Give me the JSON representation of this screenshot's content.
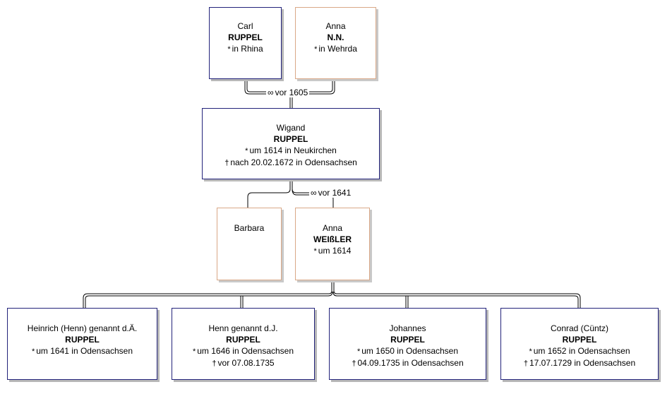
{
  "symbols": {
    "birth": "*",
    "death": "†",
    "marriage": "∞"
  },
  "persons": {
    "carl": {
      "given": "Carl",
      "surname": "RUPPEL",
      "birth": "in Rhina",
      "death": ""
    },
    "anna_nn": {
      "given": "Anna",
      "surname": "N.N.",
      "birth": "in Wehrda",
      "death": ""
    },
    "wigand": {
      "given": "Wigand",
      "surname": "RUPPEL",
      "birth": "um 1614 in Neukirchen",
      "death": "nach 20.02.1672 in Odensachsen"
    },
    "barbara": {
      "given": "Barbara",
      "surname": "",
      "birth": "",
      "death": ""
    },
    "anna_weissler": {
      "given": "Anna",
      "surname": "WEIßLER",
      "birth": "um 1614",
      "death": ""
    },
    "heinrich": {
      "given": "Heinrich (Henn) genannt d.Ä.",
      "surname": "RUPPEL",
      "birth": "um 1641 in Odensachsen",
      "death": ""
    },
    "henn": {
      "given": "Henn genannt d.J.",
      "surname": "RUPPEL",
      "birth": "um 1646 in Odensachsen",
      "death": "vor 07.08.1735"
    },
    "johannes": {
      "given": "Johannes",
      "surname": "RUPPEL",
      "birth": "um 1650 in Odensachsen",
      "death": "04.09.1735 in Odensachsen"
    },
    "conrad": {
      "given": "Conrad (Cüntz)",
      "surname": "RUPPEL",
      "birth": "um 1652 in Odensachsen",
      "death": "17.07.1729 in Odensachsen"
    }
  },
  "marriages": {
    "carl_anna": "vor 1605",
    "wigand_anna": "vor 1641"
  },
  "colors": {
    "male_border": "#22227a",
    "female_border": "#d9a887",
    "line": "#000000"
  }
}
